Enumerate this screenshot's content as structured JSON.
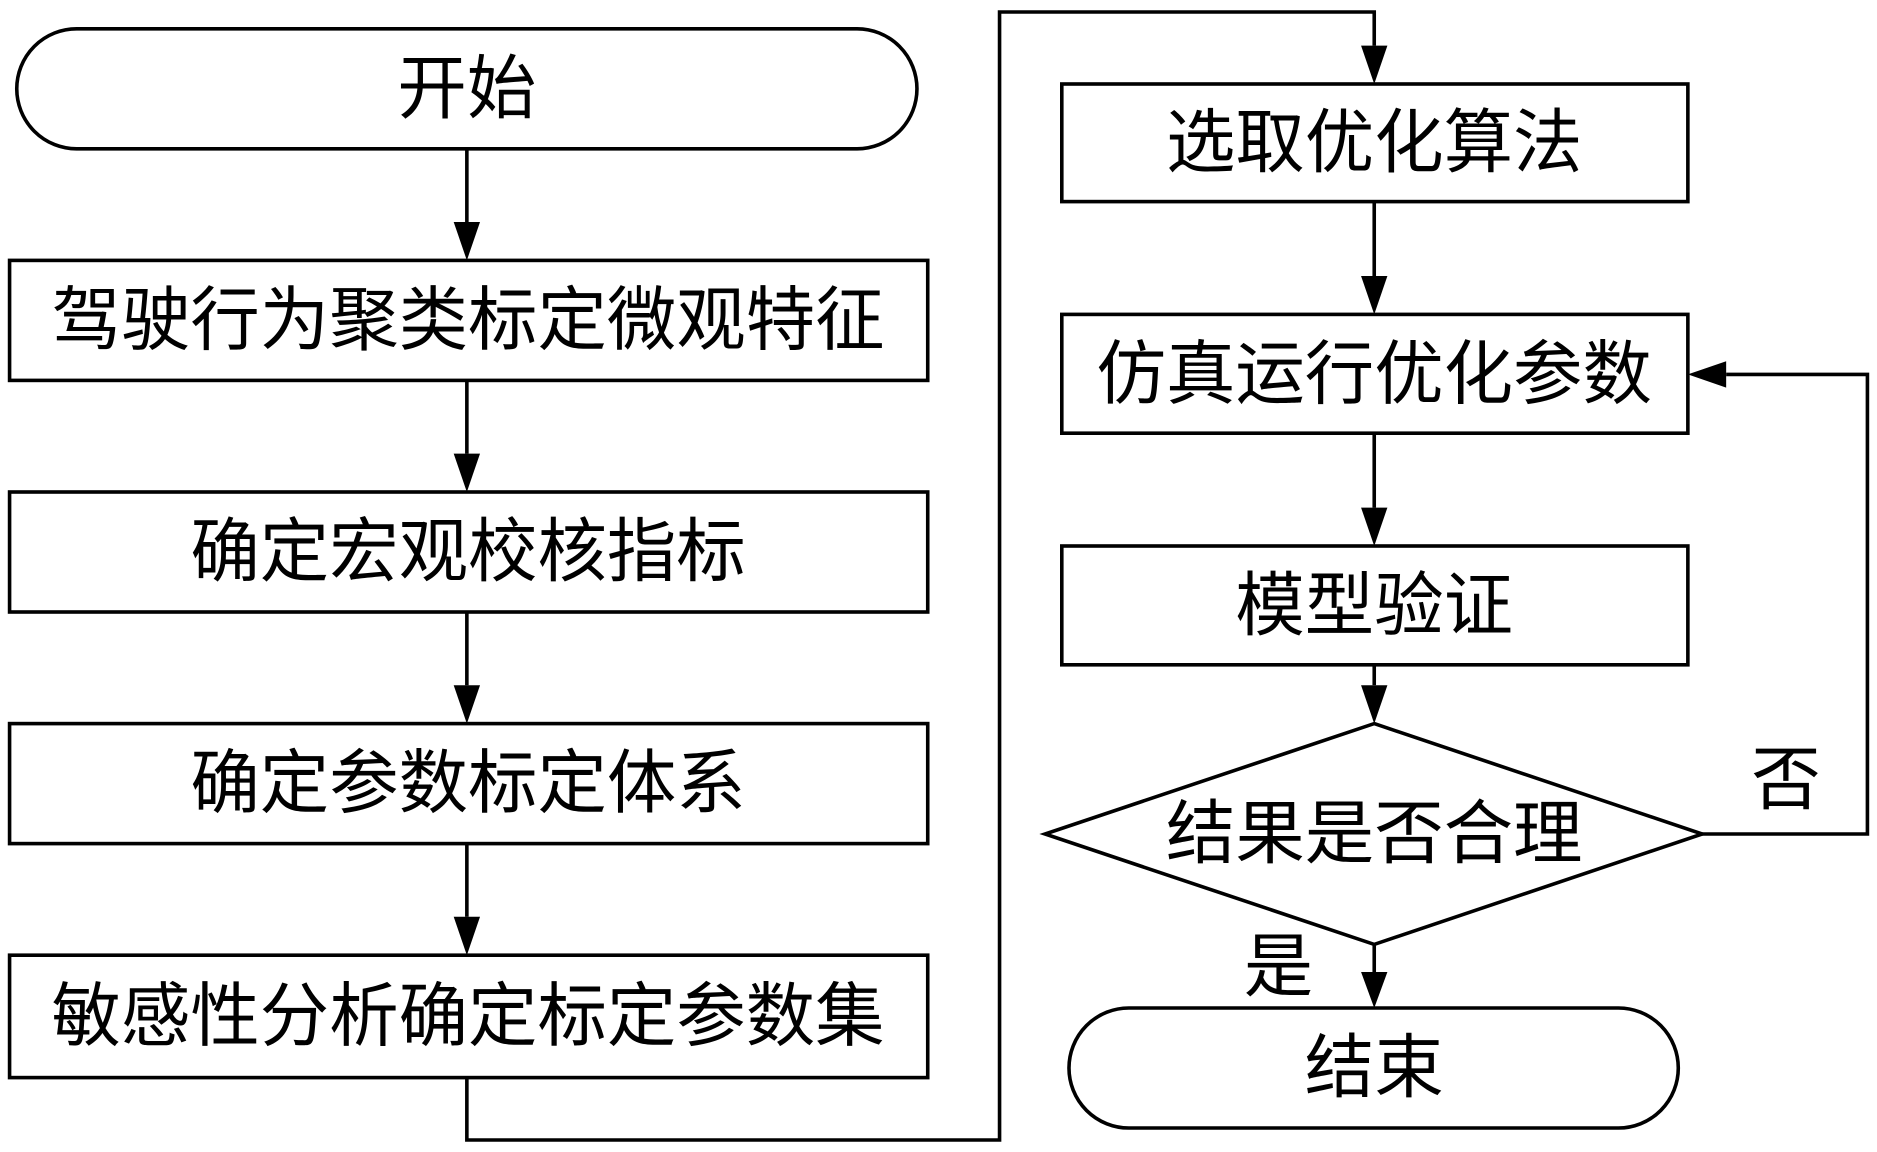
{
  "flowchart": {
    "start": "开始",
    "steps_left": [
      "驾驶行为聚类标定微观特征",
      "确定宏观校核指标",
      "确定参数标定体系",
      "敏感性分析确定标定参数集"
    ],
    "steps_right": [
      "选取优化算法",
      "仿真运行优化参数",
      "模型验证"
    ],
    "decision": "结果是否合理",
    "yes_label": "是",
    "no_label": "否",
    "end": "结束"
  }
}
